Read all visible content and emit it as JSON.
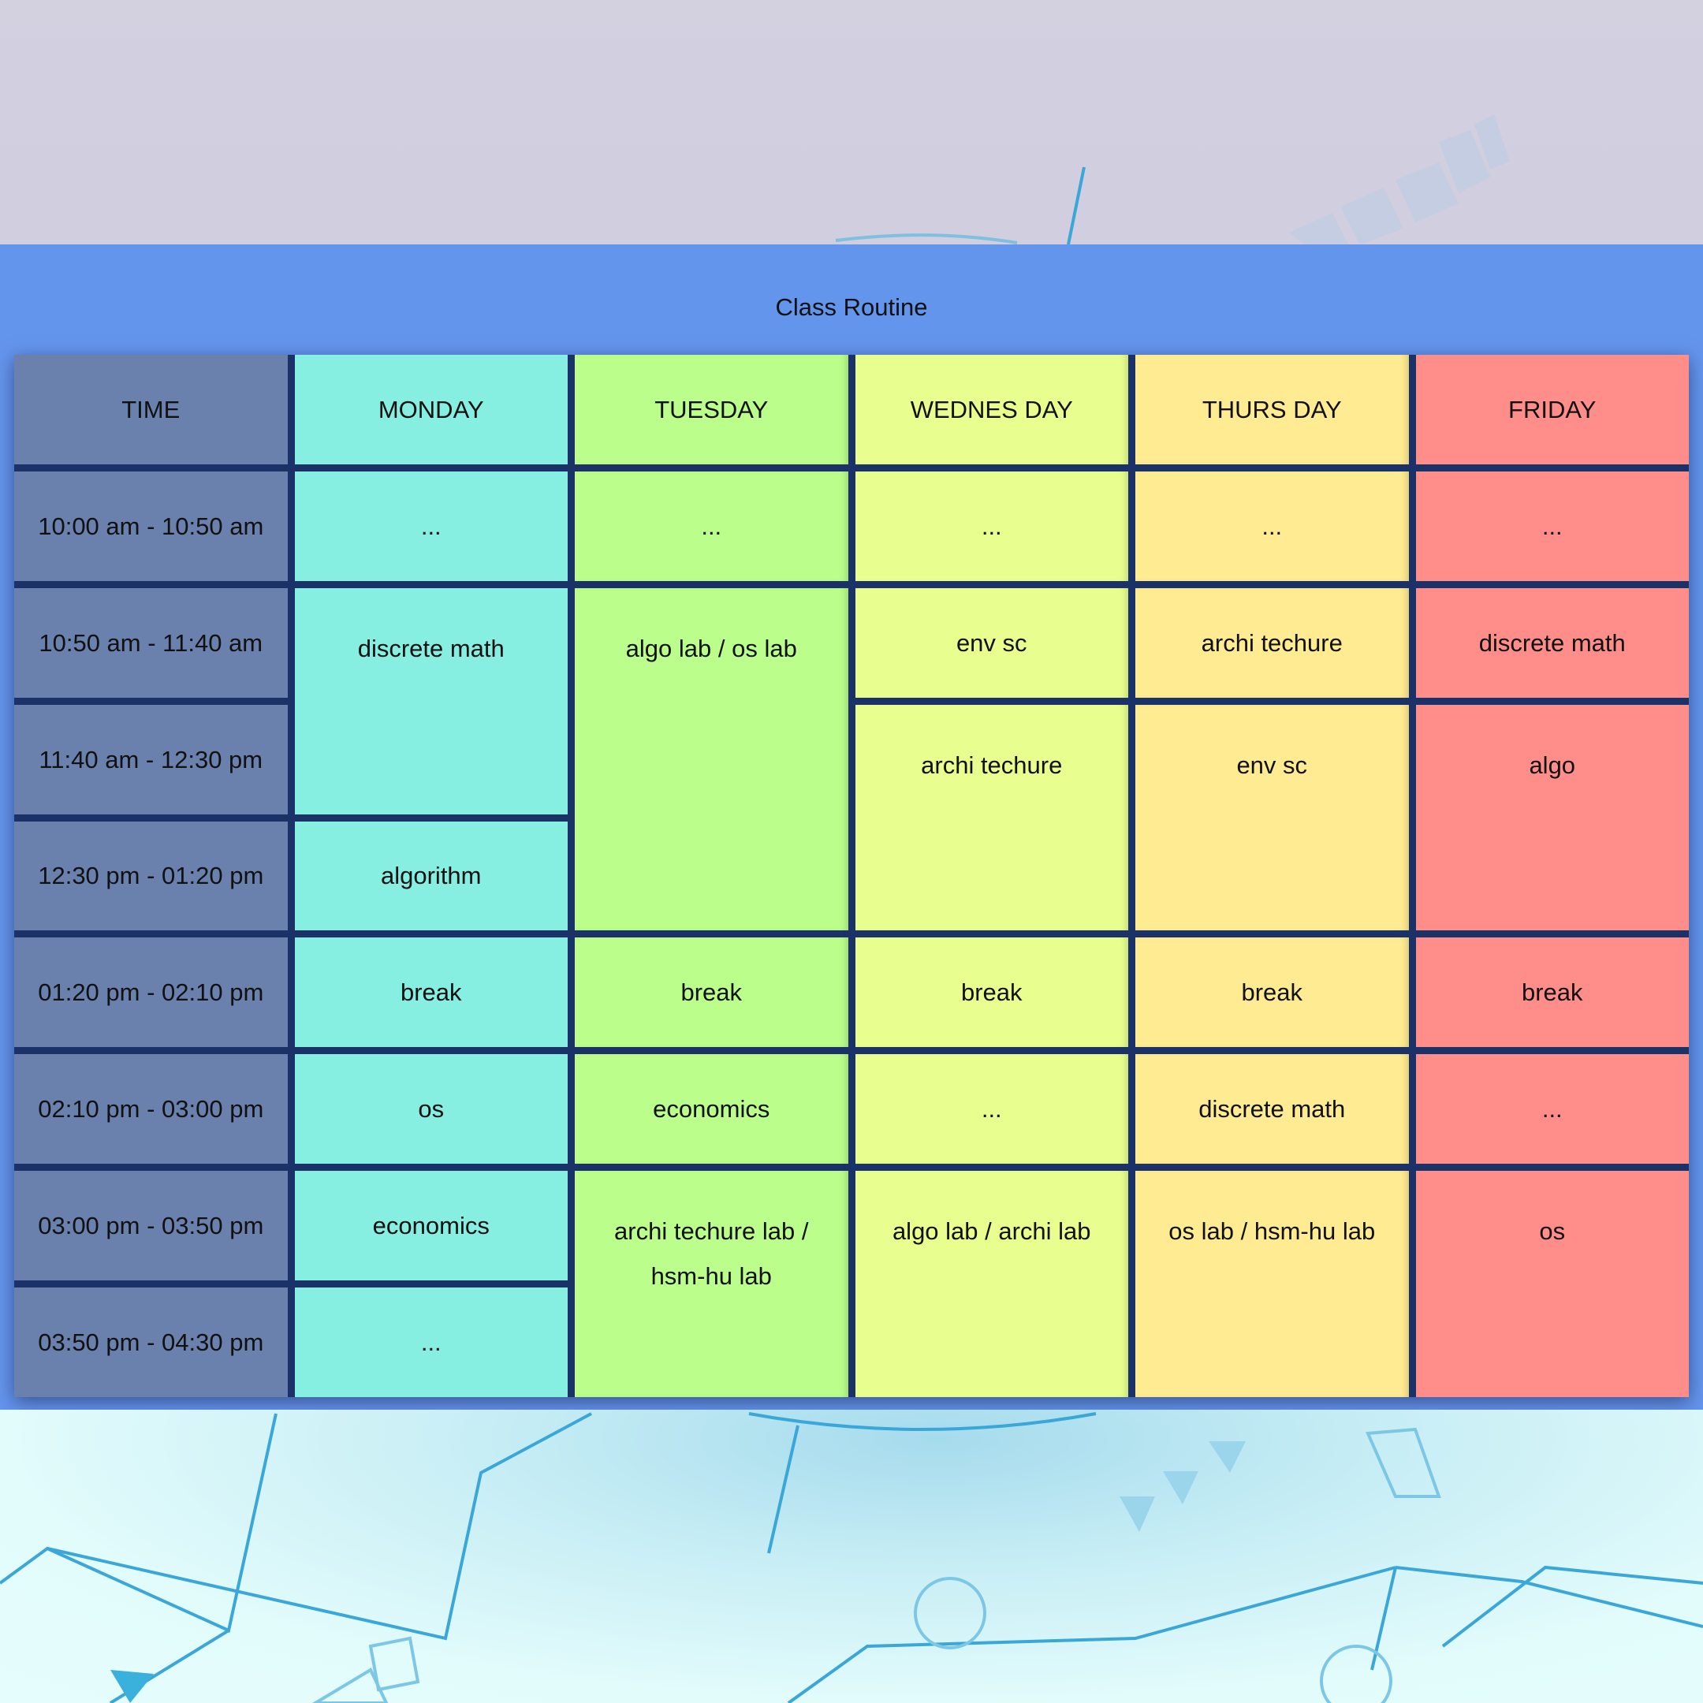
{
  "title": "Class Routine",
  "colors": {
    "panel": "#6495ed",
    "grid_lines": "#1a3268",
    "time": "#6a80ad",
    "monday": "#86efe2",
    "tuesday": "#bbfe8b",
    "wednesday": "#e8ff8f",
    "thursday": "#ffeb91",
    "friday": "#ff8e8a"
  },
  "headers": [
    "TIME",
    "MONDAY",
    "TUESDAY",
    "WEDNES DAY",
    "THURS DAY",
    "FRIDAY"
  ],
  "times": [
    "10:00 am - 10:50 am",
    "10:50 am - 11:40 am",
    "11:40 am - 12:30 pm",
    "12:30 pm - 01:20 pm",
    "01:20 pm - 02:10 pm",
    "02:10 pm - 03:00 pm",
    "03:00 pm - 03:50 pm",
    "03:50 pm - 04:30 pm"
  ],
  "monday": [
    "...",
    "discrete math",
    "algorithm",
    "break",
    "os",
    "economics",
    "..."
  ],
  "tuesday": [
    "...",
    "algo lab / os lab",
    "break",
    "economics",
    "archi techure lab / hsm-hu lab"
  ],
  "wednesday": [
    "...",
    "env sc",
    "archi techure",
    "break",
    "...",
    "algo lab / archi lab"
  ],
  "thursday": [
    "...",
    "archi techure",
    "env sc",
    "break",
    "discrete math",
    "os lab / hsm-hu lab"
  ],
  "friday": [
    "...",
    "discrete math",
    "algo",
    "break",
    "...",
    "os"
  ]
}
